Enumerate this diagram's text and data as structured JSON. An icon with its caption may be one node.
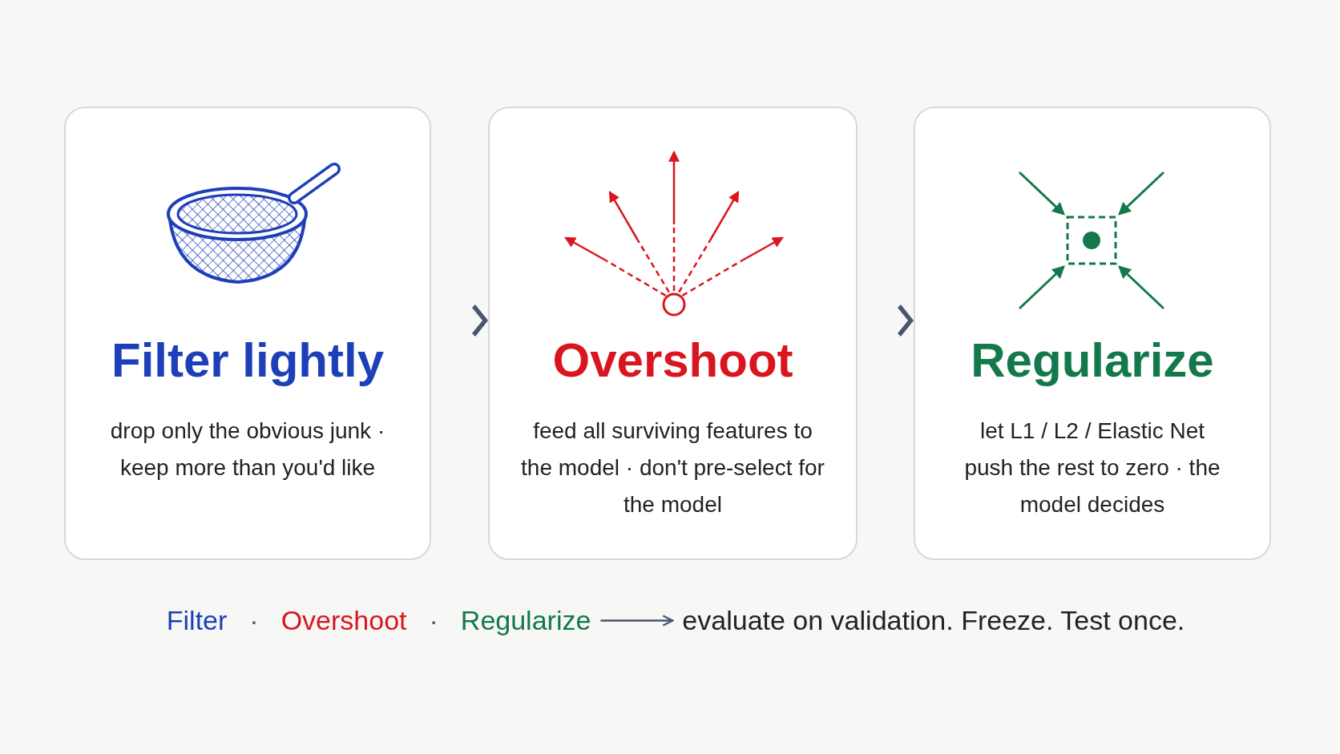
{
  "diagram": {
    "nodes": [
      {
        "text": [
          "Filter lightly",
          "drop only the obvious junk · keep more than you'd like"
        ]
      },
      {
        "text": [
          "Overshoot",
          "feed all surviving features to the model · don't pre-select for the model"
        ]
      },
      {
        "text": [
          "Regularize",
          "let L1 / L2 / Elastic Net push the rest to zero · the model decides"
        ]
      },
      {
        "text": [
          "Regularize"
        ]
      },
      {
        "text": [
          "evaluate on validation. Freeze. Test once."
        ]
      }
    ],
    "edges": [
      {
        "from": 0,
        "to": 1,
        "arrow": "to"
      },
      {
        "from": 1,
        "to": 2,
        "arrow": "to"
      },
      {
        "from": 3,
        "to": 4,
        "arrow": "to"
      }
    ],
    "labels": [
      "Filter",
      "·",
      "Overshoot",
      "·"
    ]
  }
}
